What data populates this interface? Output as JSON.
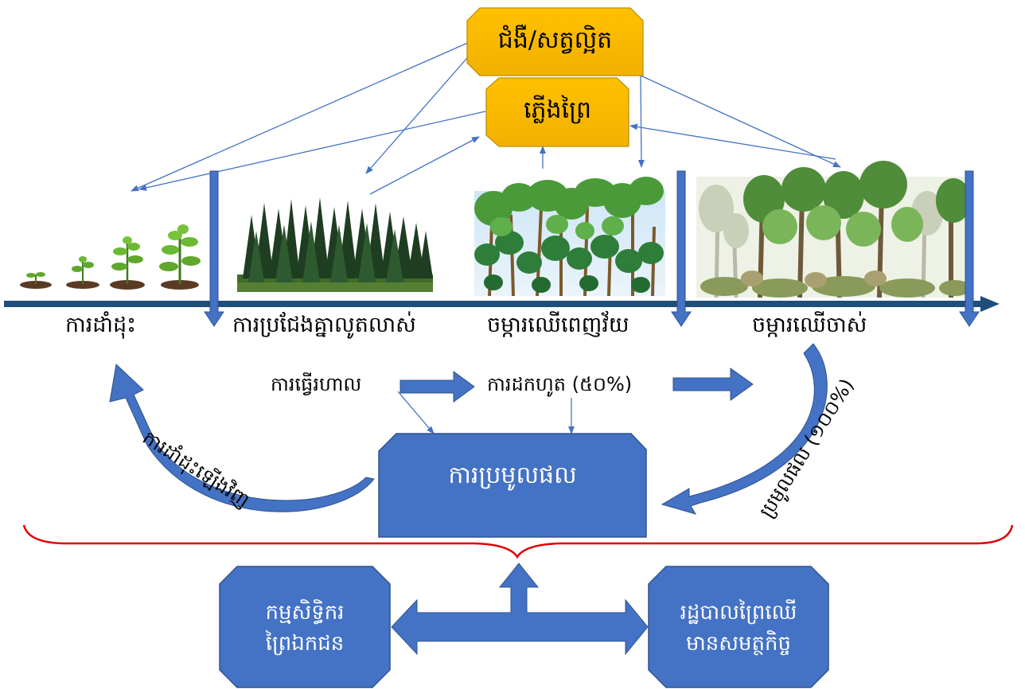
{
  "threats": {
    "disease": "ជំងឺ/សត្វល្អិត",
    "fire": "ភ្លើងព្រៃ"
  },
  "stages": {
    "planting": "ការដាំដុះ",
    "competition": "ការប្រជែងគ្នាលូតលាស់",
    "mature": "ចម្ការឈើពេញវ័យ",
    "old": "ចម្ការឈើចាស់"
  },
  "flow": {
    "thinning": "ការធ្វើរហាល",
    "partial_harvest": "ការដកហូត (៥០%)",
    "harvest": "ការប្រមូលផល",
    "replanting": "ការដាំដុះឡើងវិញ",
    "full_harvest": "ប្រមូលផល (១០០%)"
  },
  "stakeholders": {
    "community_line1": "កម្មសិទ្ធិករ",
    "community_line2": "ព្រៃឯកជន",
    "authority_line1": "រដ្ឋបាលព្រៃឈើ",
    "authority_line2": "មានសមត្ថកិច្ច"
  },
  "colors": {
    "arrow_blue": "#4472C4",
    "box_blue": "#4472C4",
    "threat_fill": "#FFC000",
    "timeline": "#1F4E79",
    "brace_red": "#E00000"
  }
}
